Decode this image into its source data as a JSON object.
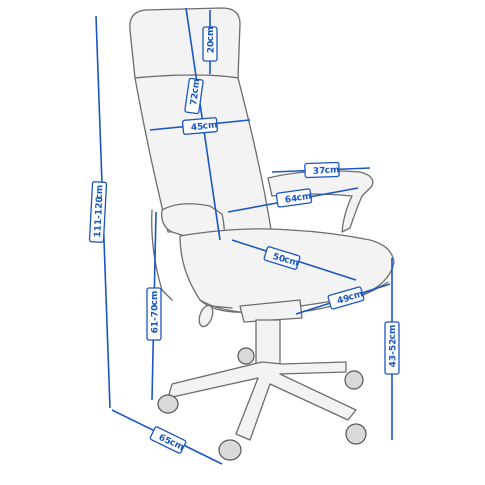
{
  "diagram": {
    "accent_color": "#1a56c4",
    "dimensions": {
      "headrest_height": "20",
      "backrest_height": "72",
      "backrest_width": "45",
      "armrest_length": "37",
      "width_between_armrests": "64",
      "seat_depth": "50",
      "seat_width": "49",
      "total_height": "111-120",
      "armrest_height": "61-70",
      "seat_height": "43-52",
      "base_depth": "65"
    },
    "unit": "cm"
  }
}
